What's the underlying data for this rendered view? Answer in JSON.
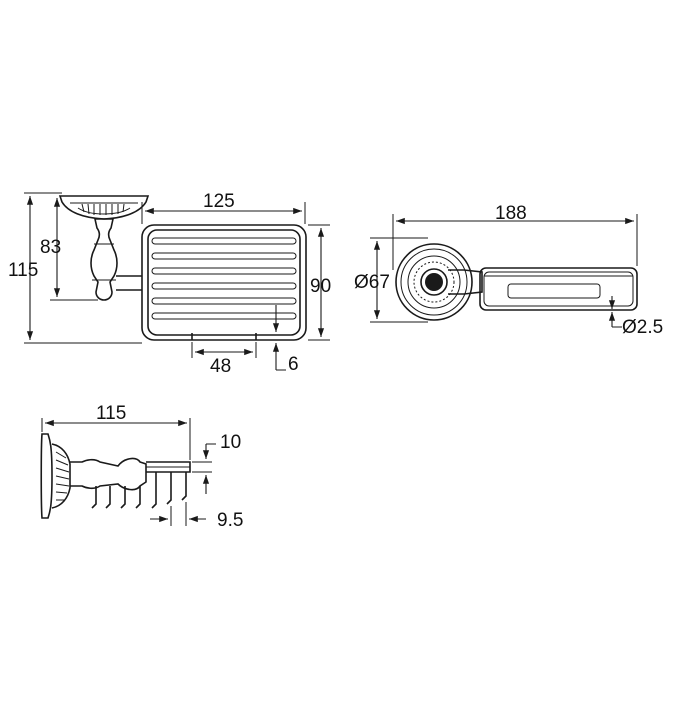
{
  "dimensions": {
    "front_view": {
      "overall_height": "115",
      "mount_height": "83",
      "basket_width": "125",
      "basket_height": "90",
      "bottom_span": "48",
      "bottom_offset": "6"
    },
    "top_view": {
      "overall_length": "188",
      "rosette_diameter": "Ø67",
      "wire_diameter": "Ø2.5"
    },
    "side_view": {
      "overall_depth": "115",
      "rail_height": "10",
      "wire_spacing": "9.5"
    }
  },
  "colors": {
    "line": "#1a1a1a",
    "background": "#ffffff"
  }
}
